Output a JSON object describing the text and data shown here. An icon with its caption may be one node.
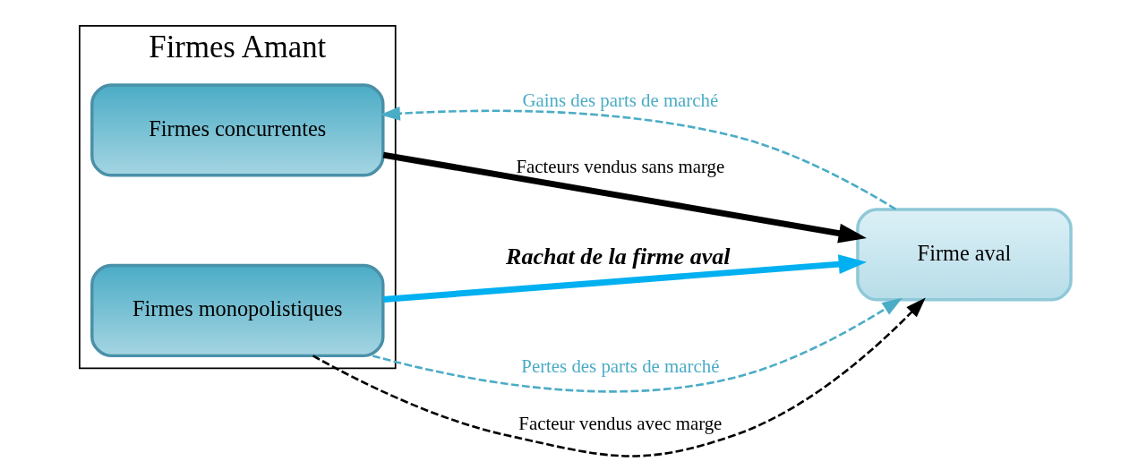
{
  "diagram": {
    "nodes": [
      {
        "text": [
          "Firmes Amant"
        ]
      },
      {
        "text": [
          "Firmes concurrentes"
        ],
        "in": 0
      },
      {
        "text": [
          "Firme aval"
        ]
      },
      {
        "text": [
          "Firmes monopolistiques"
        ],
        "in": 0
      }
    ],
    "edges": [
      {
        "from": 1,
        "to": 2,
        "arrow": "to",
        "label": "Facteurs vendus sans marge",
        "style": "thick"
      },
      {
        "from": 2,
        "to": 1,
        "arrow": "to",
        "label": "Gains des parts de marché",
        "style": "dashed",
        "color": "#4bacc6"
      },
      {
        "from": 3,
        "to": 2,
        "arrow": "to",
        "label": "Pertes des parts de marché",
        "style": "dashed",
        "color": "#4bacc6"
      },
      {
        "from": 3,
        "to": 2,
        "arrow": "to",
        "label": "Facteur vendus avec marge",
        "style": "dashed"
      },
      {
        "from": 3,
        "to": 2,
        "arrow": "to",
        "label": "Rachat de la firme aval",
        "style": "thick",
        "color": "#00b0f0"
      }
    ]
  }
}
